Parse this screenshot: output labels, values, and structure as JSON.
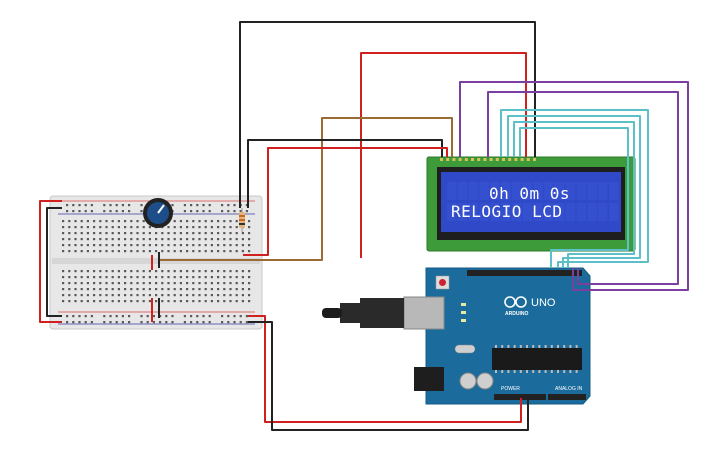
{
  "lcd": {
    "line1": "0h 0m 0s",
    "line2": "RELOGIO LCD",
    "backlight_color": "#2f49c8",
    "board_color": "#3e9b3a"
  },
  "arduino": {
    "model_label": "UNO",
    "brand_label": "ARDUINO",
    "power_label": "POWER",
    "analog_label": "ANALOG IN",
    "board_color": "#1b6c9c"
  },
  "wires": {
    "black": "#222222",
    "red": "#d02020",
    "brown": "#9a6b35",
    "purple": "#7b3fa0",
    "cyan": "#5bc0c8"
  },
  "potentiometer": {
    "knob_color": "#1e4e8a"
  }
}
